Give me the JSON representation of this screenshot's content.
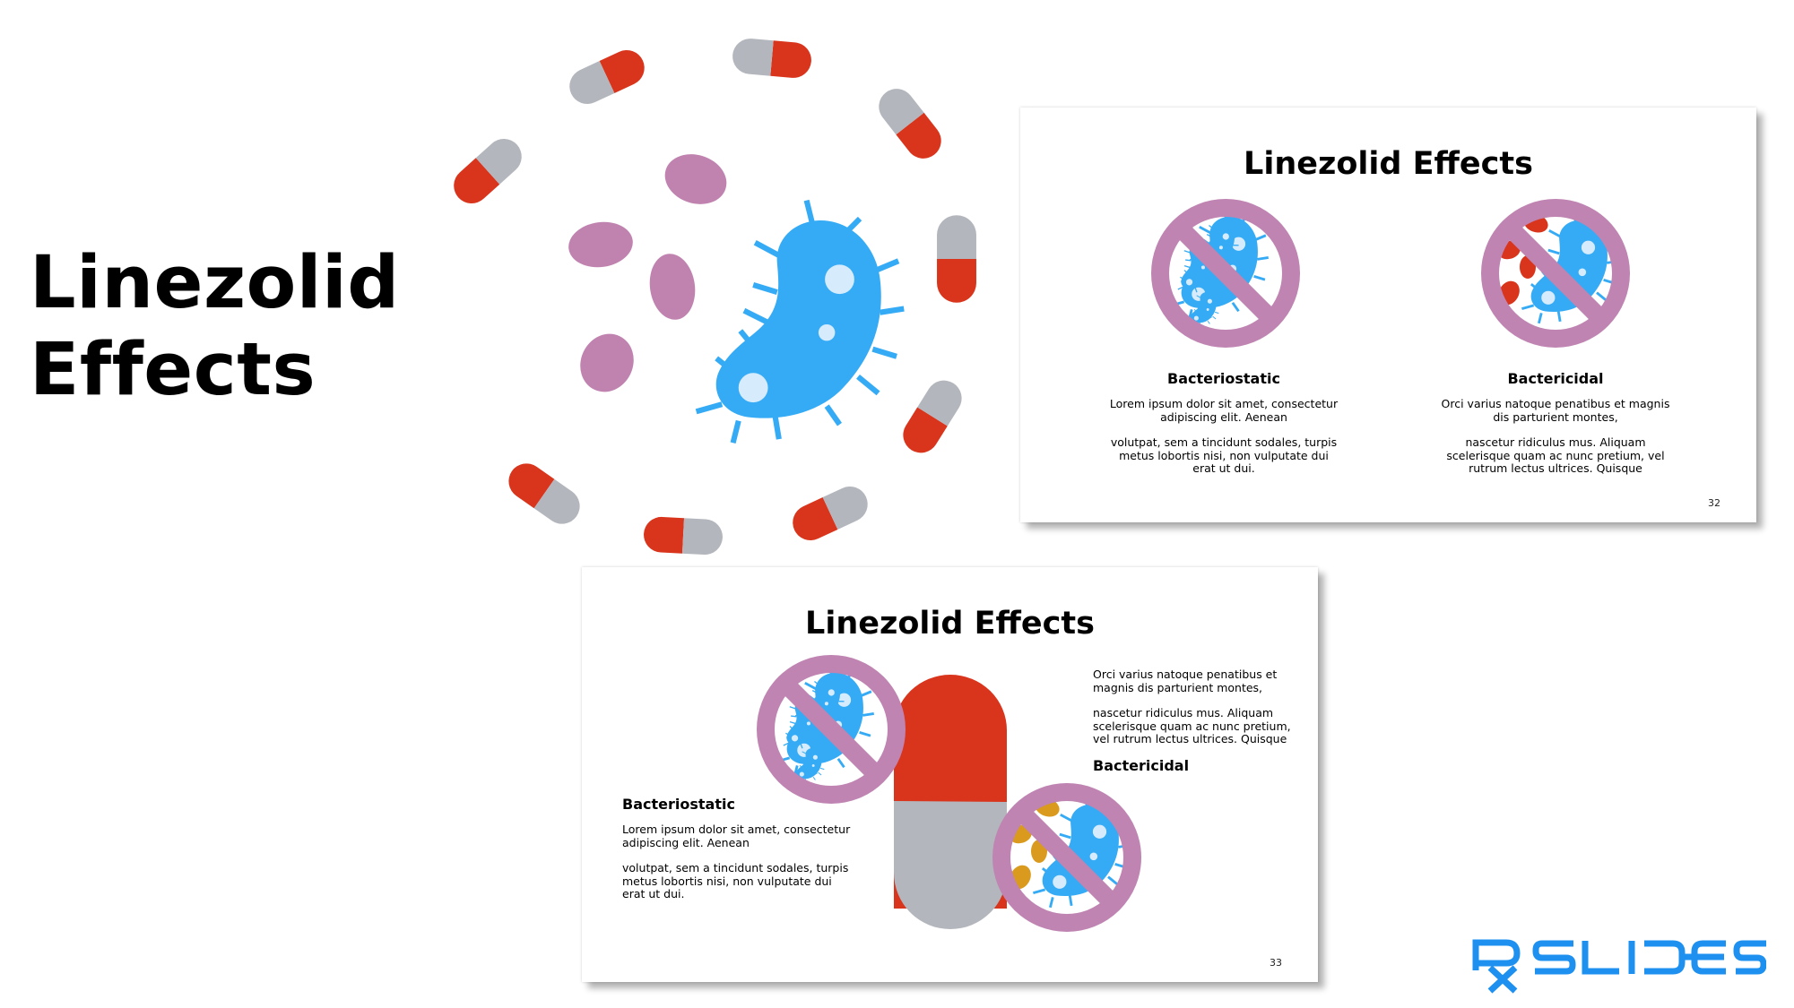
{
  "main": {
    "title_line1": "Linezolid",
    "title_line2": "Effects"
  },
  "hero_illustration": {
    "description": "blue bacterium surrounded by red/gray capsules and purple cells",
    "colors": {
      "bacterium": "#36abf5",
      "bacterium_spot": "#d6ecfc",
      "capsule_red": "#d9341c",
      "capsule_gray": "#b3b6bd",
      "cell_purple": "#c083b0"
    }
  },
  "slides": [
    {
      "page_number": "32",
      "title": "Linezolid Effects",
      "columns": [
        {
          "heading": "Bacteriostatic",
          "icon": "no-bacteria-icon",
          "paragraph1": "Lorem ipsum dolor sit amet, consectetur adipiscing elit. Aenean",
          "paragraph2": "volutpat, sem a tincidunt sodales, turpis metus lobortis nisi, non vulputate dui erat ut dui."
        },
        {
          "heading": "Bactericidal",
          "icon": "no-bacteria-red-cells-icon",
          "paragraph1": "Orci varius natoque penatibus et magnis dis parturient montes,",
          "paragraph2": "nascetur ridiculus mus. Aliquam scelerisque quam ac nunc pretium, vel rutrum lectus ultrices. Quisque"
        }
      ]
    },
    {
      "page_number": "33",
      "title": "Linezolid Effects",
      "left": {
        "heading": "Bacteriostatic",
        "icon": "no-bacteria-icon",
        "paragraph1": "Lorem ipsum dolor sit amet, consectetur adipiscing elit. Aenean",
        "paragraph2": "volutpat, sem a tincidunt sodales, turpis metus lobortis nisi, non vulputate dui erat ut dui."
      },
      "right": {
        "heading": "Bactericidal",
        "icon": "no-bacteria-yellow-cells-icon",
        "paragraph1": "Orci varius natoque penatibus et magnis dis parturient montes,",
        "paragraph2": "nascetur ridiculus mus. Aliquam scelerisque quam ac nunc pretium, vel rutrum lectus ultrices. Quisque"
      },
      "center_icon": "capsule-icon"
    }
  ],
  "brand": {
    "logo_text": "SLIDES",
    "logo_prefix": "Rx",
    "color": "#1e90f0"
  },
  "colors": {
    "ban_ring": "#bf84b2",
    "red_cell": "#d9341c",
    "yellow_cell": "#d99a1e"
  }
}
